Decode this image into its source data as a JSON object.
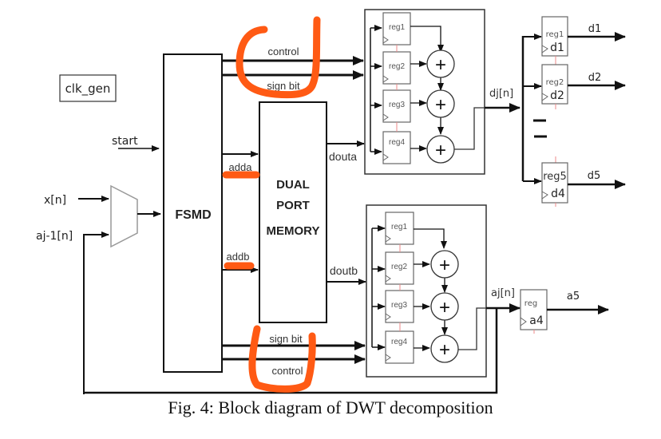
{
  "caption": "Fig.  4: Block diagram of DWT decomposition",
  "blocks": {
    "clk_gen": "clk_gen",
    "fsmd": "FSMD",
    "memory": [
      "DUAL",
      "PORT",
      "MEMORY"
    ]
  },
  "inputs": {
    "start": "start",
    "x": "x[n]",
    "aj_prev": "aj-1[n]"
  },
  "signals": {
    "control_top": "control",
    "sign_bit_top": "sign bit",
    "adda": "adda",
    "addb": "addb",
    "douta": "douta",
    "doutb": "doutb",
    "sign_bit_bottom": "sign bit",
    "control_bottom": "control",
    "dj": "dj[n]",
    "aj": "aj[n]"
  },
  "upper_filter": {
    "registers": [
      "reg1",
      "reg2",
      "reg3",
      "reg4"
    ],
    "adder_symbol": "+"
  },
  "lower_filter": {
    "registers": [
      "reg1",
      "reg2",
      "reg3",
      "reg4"
    ],
    "adder_symbol": "+"
  },
  "detail_outputs": [
    {
      "reg": "reg1",
      "value": "d1",
      "out": "d1"
    },
    {
      "reg": "reg2",
      "value": "d2",
      "out": "d2"
    },
    {
      "reg": "reg5",
      "value": "d4",
      "out": "d5"
    }
  ],
  "approx_output": {
    "reg": "reg",
    "value": "a4",
    "out": "a5"
  },
  "annotation_color": "#ff5a14"
}
